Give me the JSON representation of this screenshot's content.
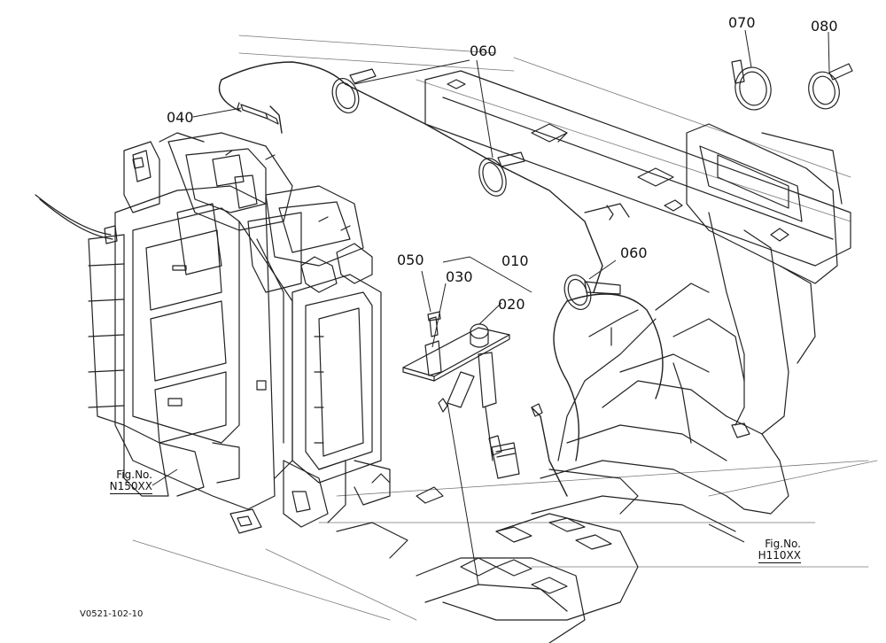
{
  "callouts": {
    "c010": "010",
    "c020": "020",
    "c030": "030",
    "c040": "040",
    "c050": "050",
    "c060a": "060",
    "c060b": "060",
    "c070": "070",
    "c080": "080"
  },
  "figrefs": {
    "left": {
      "line1": "Fig.No.",
      "line2": "N150XX"
    },
    "right": {
      "line1": "Fig.No.",
      "line2": "H110XX"
    }
  },
  "drawing_code": "V0521-102-10"
}
